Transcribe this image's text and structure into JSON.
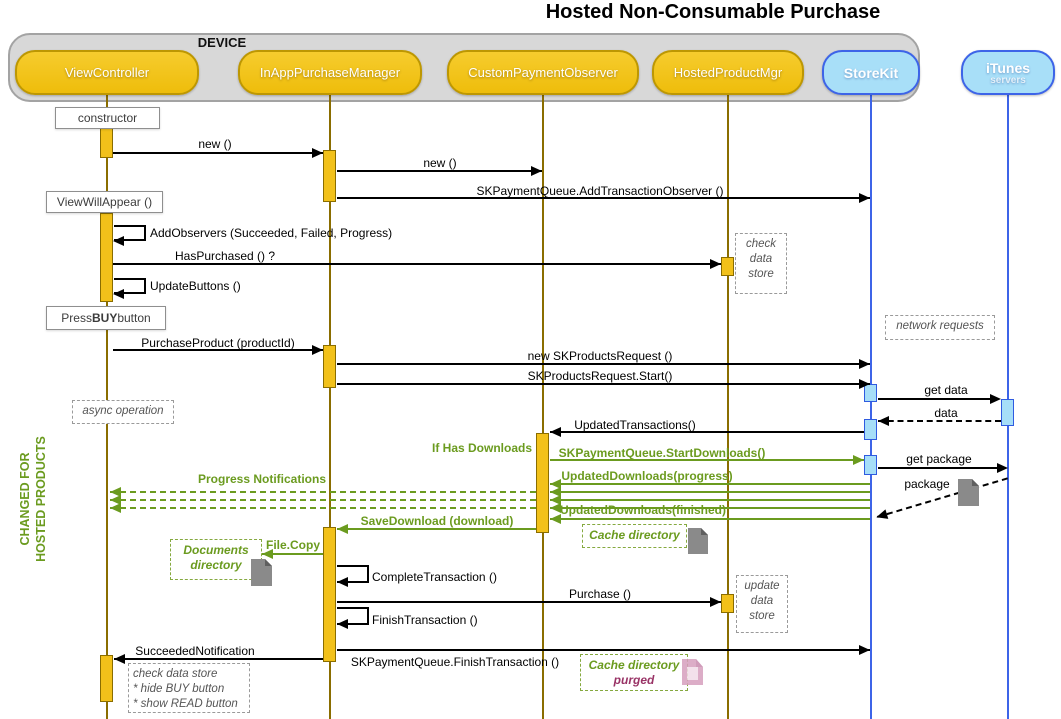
{
  "title": "Hosted Non-Consumable Purchase",
  "device": {
    "label": "DEVICE"
  },
  "actors": {
    "viewcontroller": "ViewController",
    "inapppurchasemanager": "InAppPurchaseManager",
    "custompaymentobserver": "CustomPaymentObserver",
    "hostedproductmgr": "HostedProductMgr",
    "storekit": "StoreKit",
    "itunes": "iTunes",
    "itunes_sub": "servers"
  },
  "lifeline_labels": {
    "constructor": "constructor",
    "view_will_appear": "ViewWillAppear ()",
    "press_buy_prefix": "Press ",
    "press_buy_bold": "BUY",
    "press_buy_suffix": " button"
  },
  "messages": {
    "new1": "new ()",
    "new2": "new ()",
    "add_transaction_observer": "SKPaymentQueue.AddTransactionObserver ()",
    "add_observers": "AddObservers (Succeeded, Failed, Progress)",
    "has_purchased": "HasPurchased () ?",
    "update_buttons": "UpdateButtons ()",
    "purchase_product": "PurchaseProduct (productId)",
    "new_sk_products_request": "new SKProductsRequest ()",
    "sk_products_request_start": "SKProductsRequest.Start()",
    "get_data": "get data",
    "data_return": "data",
    "updated_transactions": "UpdatedTransactions()",
    "if_has_downloads": "If Has Downloads",
    "start_downloads": "SKPaymentQueue.StartDownloads()",
    "get_package": "get package",
    "updated_downloads_progress": "UpdatedDownloads(progress)",
    "progress_notifications": "Progress Notifications",
    "updated_downloads_finished": "UpdatedDownloads(finished)",
    "package_return": "package",
    "save_download": "SaveDownload (download)",
    "file_copy": "File.Copy",
    "complete_transaction": "CompleteTransaction ()",
    "purchase": "Purchase ()",
    "finish_transaction": "FinishTransaction ()",
    "succeeded_notification": "SucceededNotification",
    "sk_finish_transaction": "SKPaymentQueue.FinishTransaction ()"
  },
  "notes": {
    "check_data_store": [
      "check",
      "data",
      "store"
    ],
    "network_requests": "network requests",
    "async_operation": "async operation",
    "update_data_store": [
      "update",
      "data",
      "store"
    ],
    "documents_directory": [
      "Documents",
      "directory"
    ],
    "cache_directory": "Cache directory",
    "cache_purged": [
      "Cache directory",
      "purged"
    ],
    "final_actions": [
      "check data store",
      "* hide BUY button",
      "* show READ button"
    ]
  },
  "side_banner": [
    "CHANGED FOR",
    "HOSTED PRODUCTS"
  ],
  "colors": {
    "gold_fill": "#F2C112",
    "gold_border": "#BD9702",
    "device_fill": "#D8D8D8",
    "blue_fill": "#A8DFF8",
    "blue_border": "#3D64E8",
    "lifeline_gold": "#8A6D00",
    "green_accent": "#6B9B1F",
    "purged_maroon": "#993366",
    "note_gray": "#9A9A9A"
  }
}
